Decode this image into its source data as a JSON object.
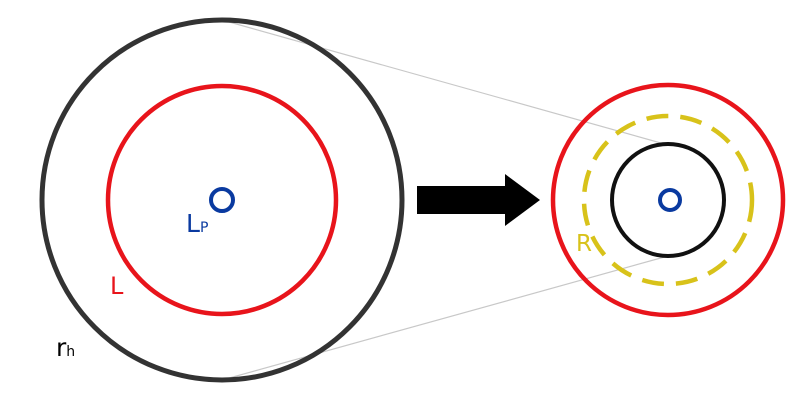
{
  "labels": {
    "rh_main": "r",
    "rh_sub": "h",
    "l_outer": "L",
    "lp_main": "L",
    "lp_sub": "P",
    "r_ring": "R"
  },
  "colors": {
    "black": "#333333",
    "red": "#e8141b",
    "blue": "#0a3aa0",
    "yellow": "#d8c21a",
    "guide": "#c8c8c8",
    "arrow": "#000000"
  },
  "icons": {
    "transition": "right-arrow-icon"
  }
}
